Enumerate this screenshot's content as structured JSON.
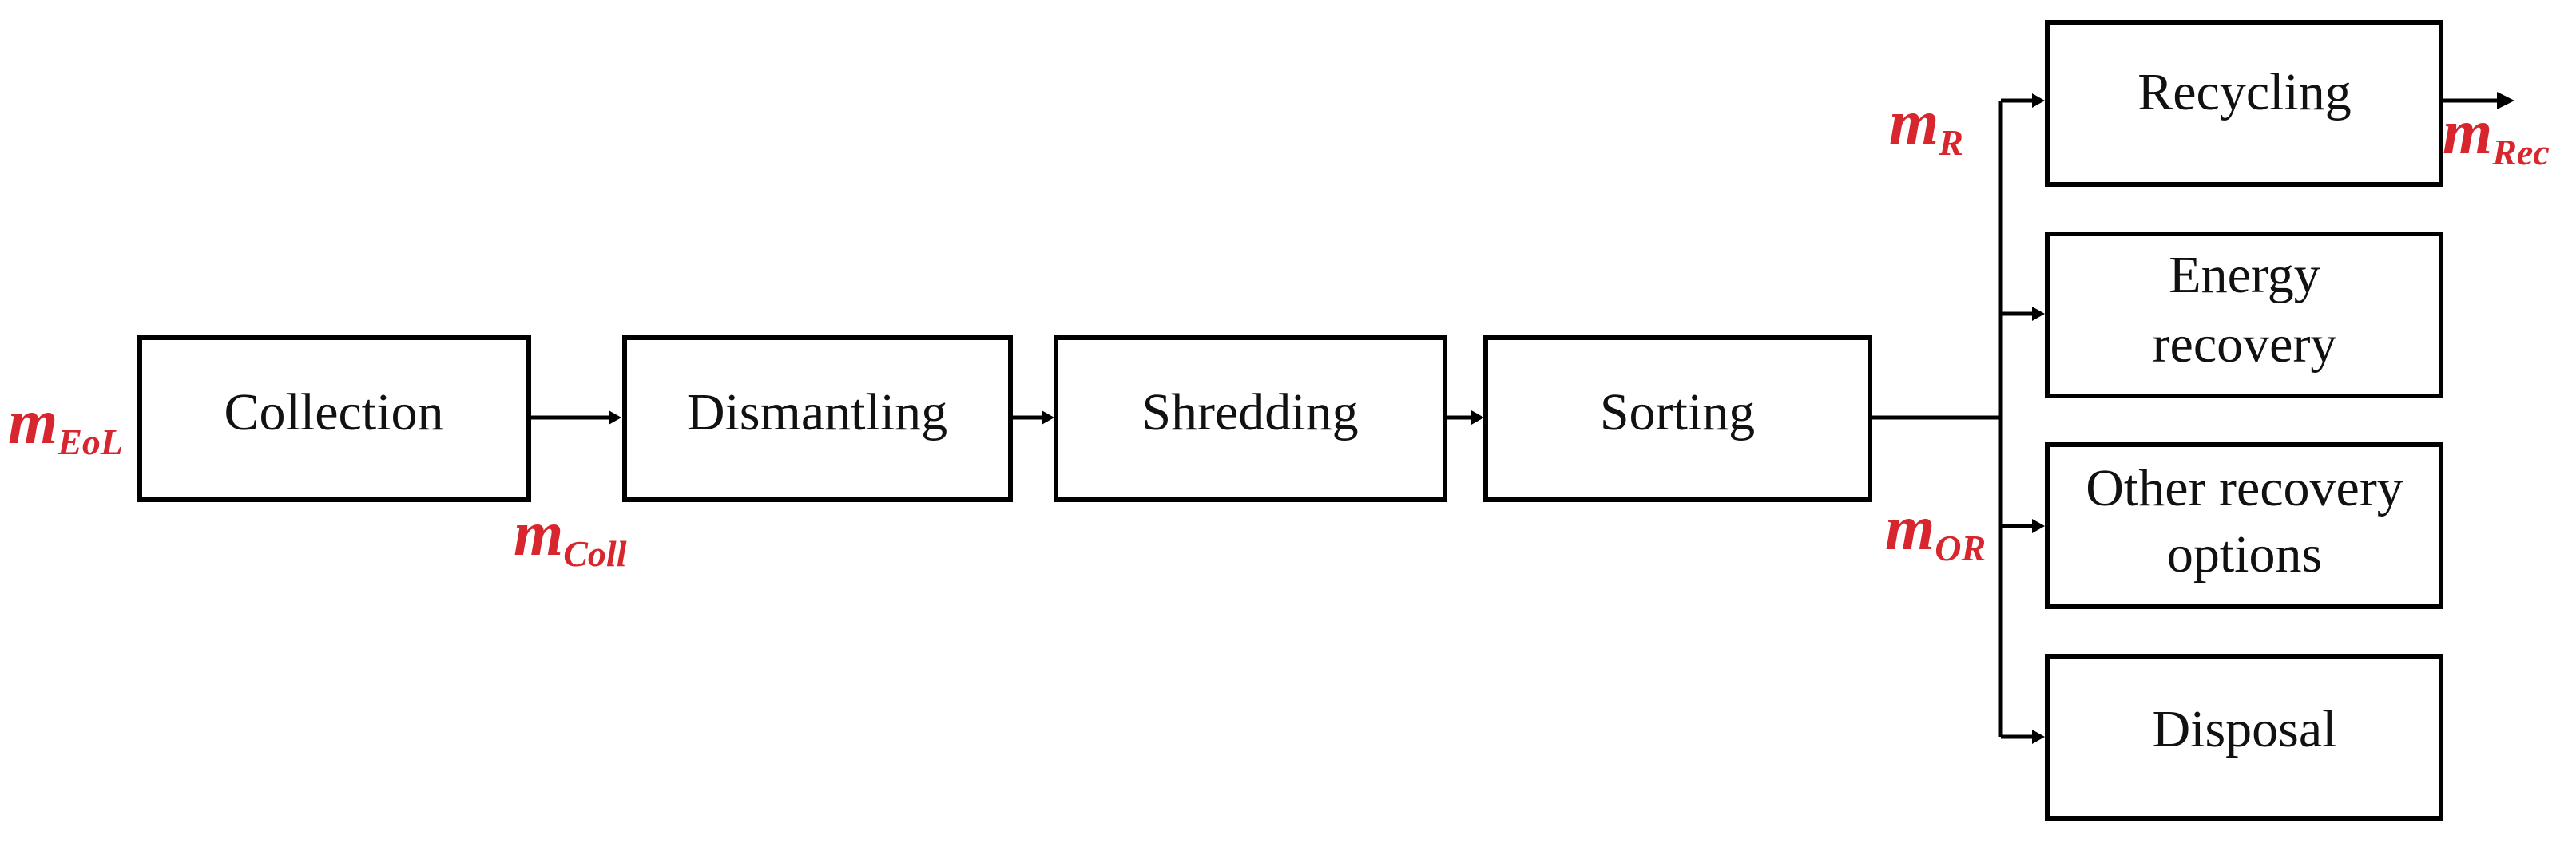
{
  "process": {
    "collection": "Collection",
    "dismantling": "Dismantling",
    "shredding": "Shredding",
    "sorting": "Sorting"
  },
  "outcomes": {
    "recycling": "Recycling",
    "energy_recovery_line1": "Energy",
    "energy_recovery_line2": "recovery",
    "other_recovery_line1": "Other recovery",
    "other_recovery_line2": "options",
    "disposal": "Disposal"
  },
  "flows": {
    "eol": {
      "main": "m",
      "sub": "EoL"
    },
    "coll": {
      "main": "m",
      "sub": "Coll"
    },
    "r": {
      "main": "m",
      "sub": "R"
    },
    "or": {
      "main": "m",
      "sub": "OR"
    },
    "rec": {
      "main": "m",
      "sub": "Rec"
    }
  },
  "colors": {
    "flow_label": "#d7262e",
    "box_stroke": "#000000"
  }
}
